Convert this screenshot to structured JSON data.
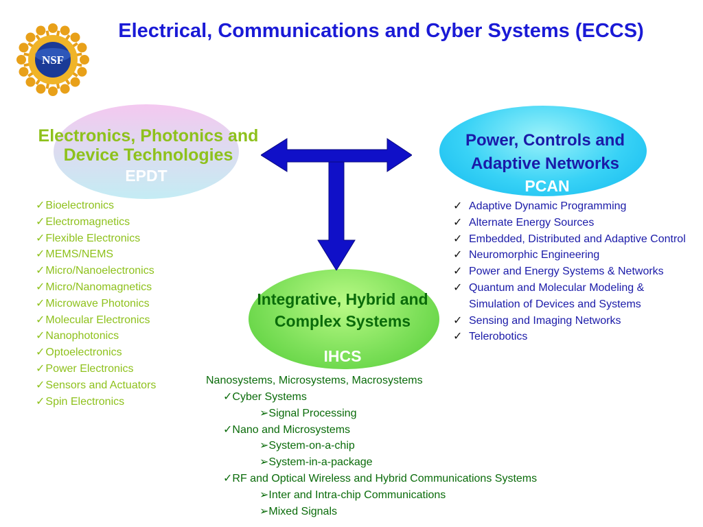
{
  "title": "Electrical, Communications and Cyber Systems (ECCS)",
  "logo": {
    "text": "NSF"
  },
  "epdt": {
    "title": "Electronics, Photonics and Device Technologies",
    "abbr": "EPDT",
    "items": [
      "Bioelectronics",
      "Electromagnetics",
      "Flexible Electronics",
      "MEMS/NEMS",
      "Micro/Nanoelectronics",
      "Micro/Nanomagnetics",
      "Microwave Photonics",
      "Molecular Electronics",
      "Nanophotonics",
      "Optoelectronics",
      "Power Electronics",
      "Sensors and Actuators",
      "Spin Electronics"
    ]
  },
  "pcan": {
    "title": "Power, Controls and Adaptive Networks",
    "abbr": "PCAN",
    "items": [
      "Adaptive Dynamic Programming",
      "Alternate Energy Sources",
      "Embedded, Distributed and Adaptive Control",
      "Neuromorphic Engineering",
      "Power and Energy Systems & Networks",
      "Quantum and Molecular Modeling & Simulation of Devices and Systems",
      "Sensing and Imaging Networks",
      "Telerobotics"
    ]
  },
  "ihcs": {
    "title": "Integrative, Hybrid and Complex Systems",
    "abbr": "IHCS",
    "lead": "Nanosystems, Microsystems, Macrosystems",
    "items": [
      "Cyber Systems",
      "Signal Processing",
      "Nano and Microsystems",
      "System-on-a-chip",
      "System-in-a-package",
      "RF and Optical  Wireless and Hybrid Communications Systems",
      "Inter and Intra-chip Communications",
      "Mixed Signals"
    ]
  },
  "colors": {
    "title": "#1a1ad6",
    "epdt_text": "#8ec11c",
    "pcan_text": "#1a1aa8",
    "ihcs_text": "#0a6b0a",
    "arrow": "#1010c8"
  },
  "icons": {
    "check": "check-mark-icon",
    "bullet": "arrow-bullet-icon",
    "arrows": "connector-arrows"
  }
}
